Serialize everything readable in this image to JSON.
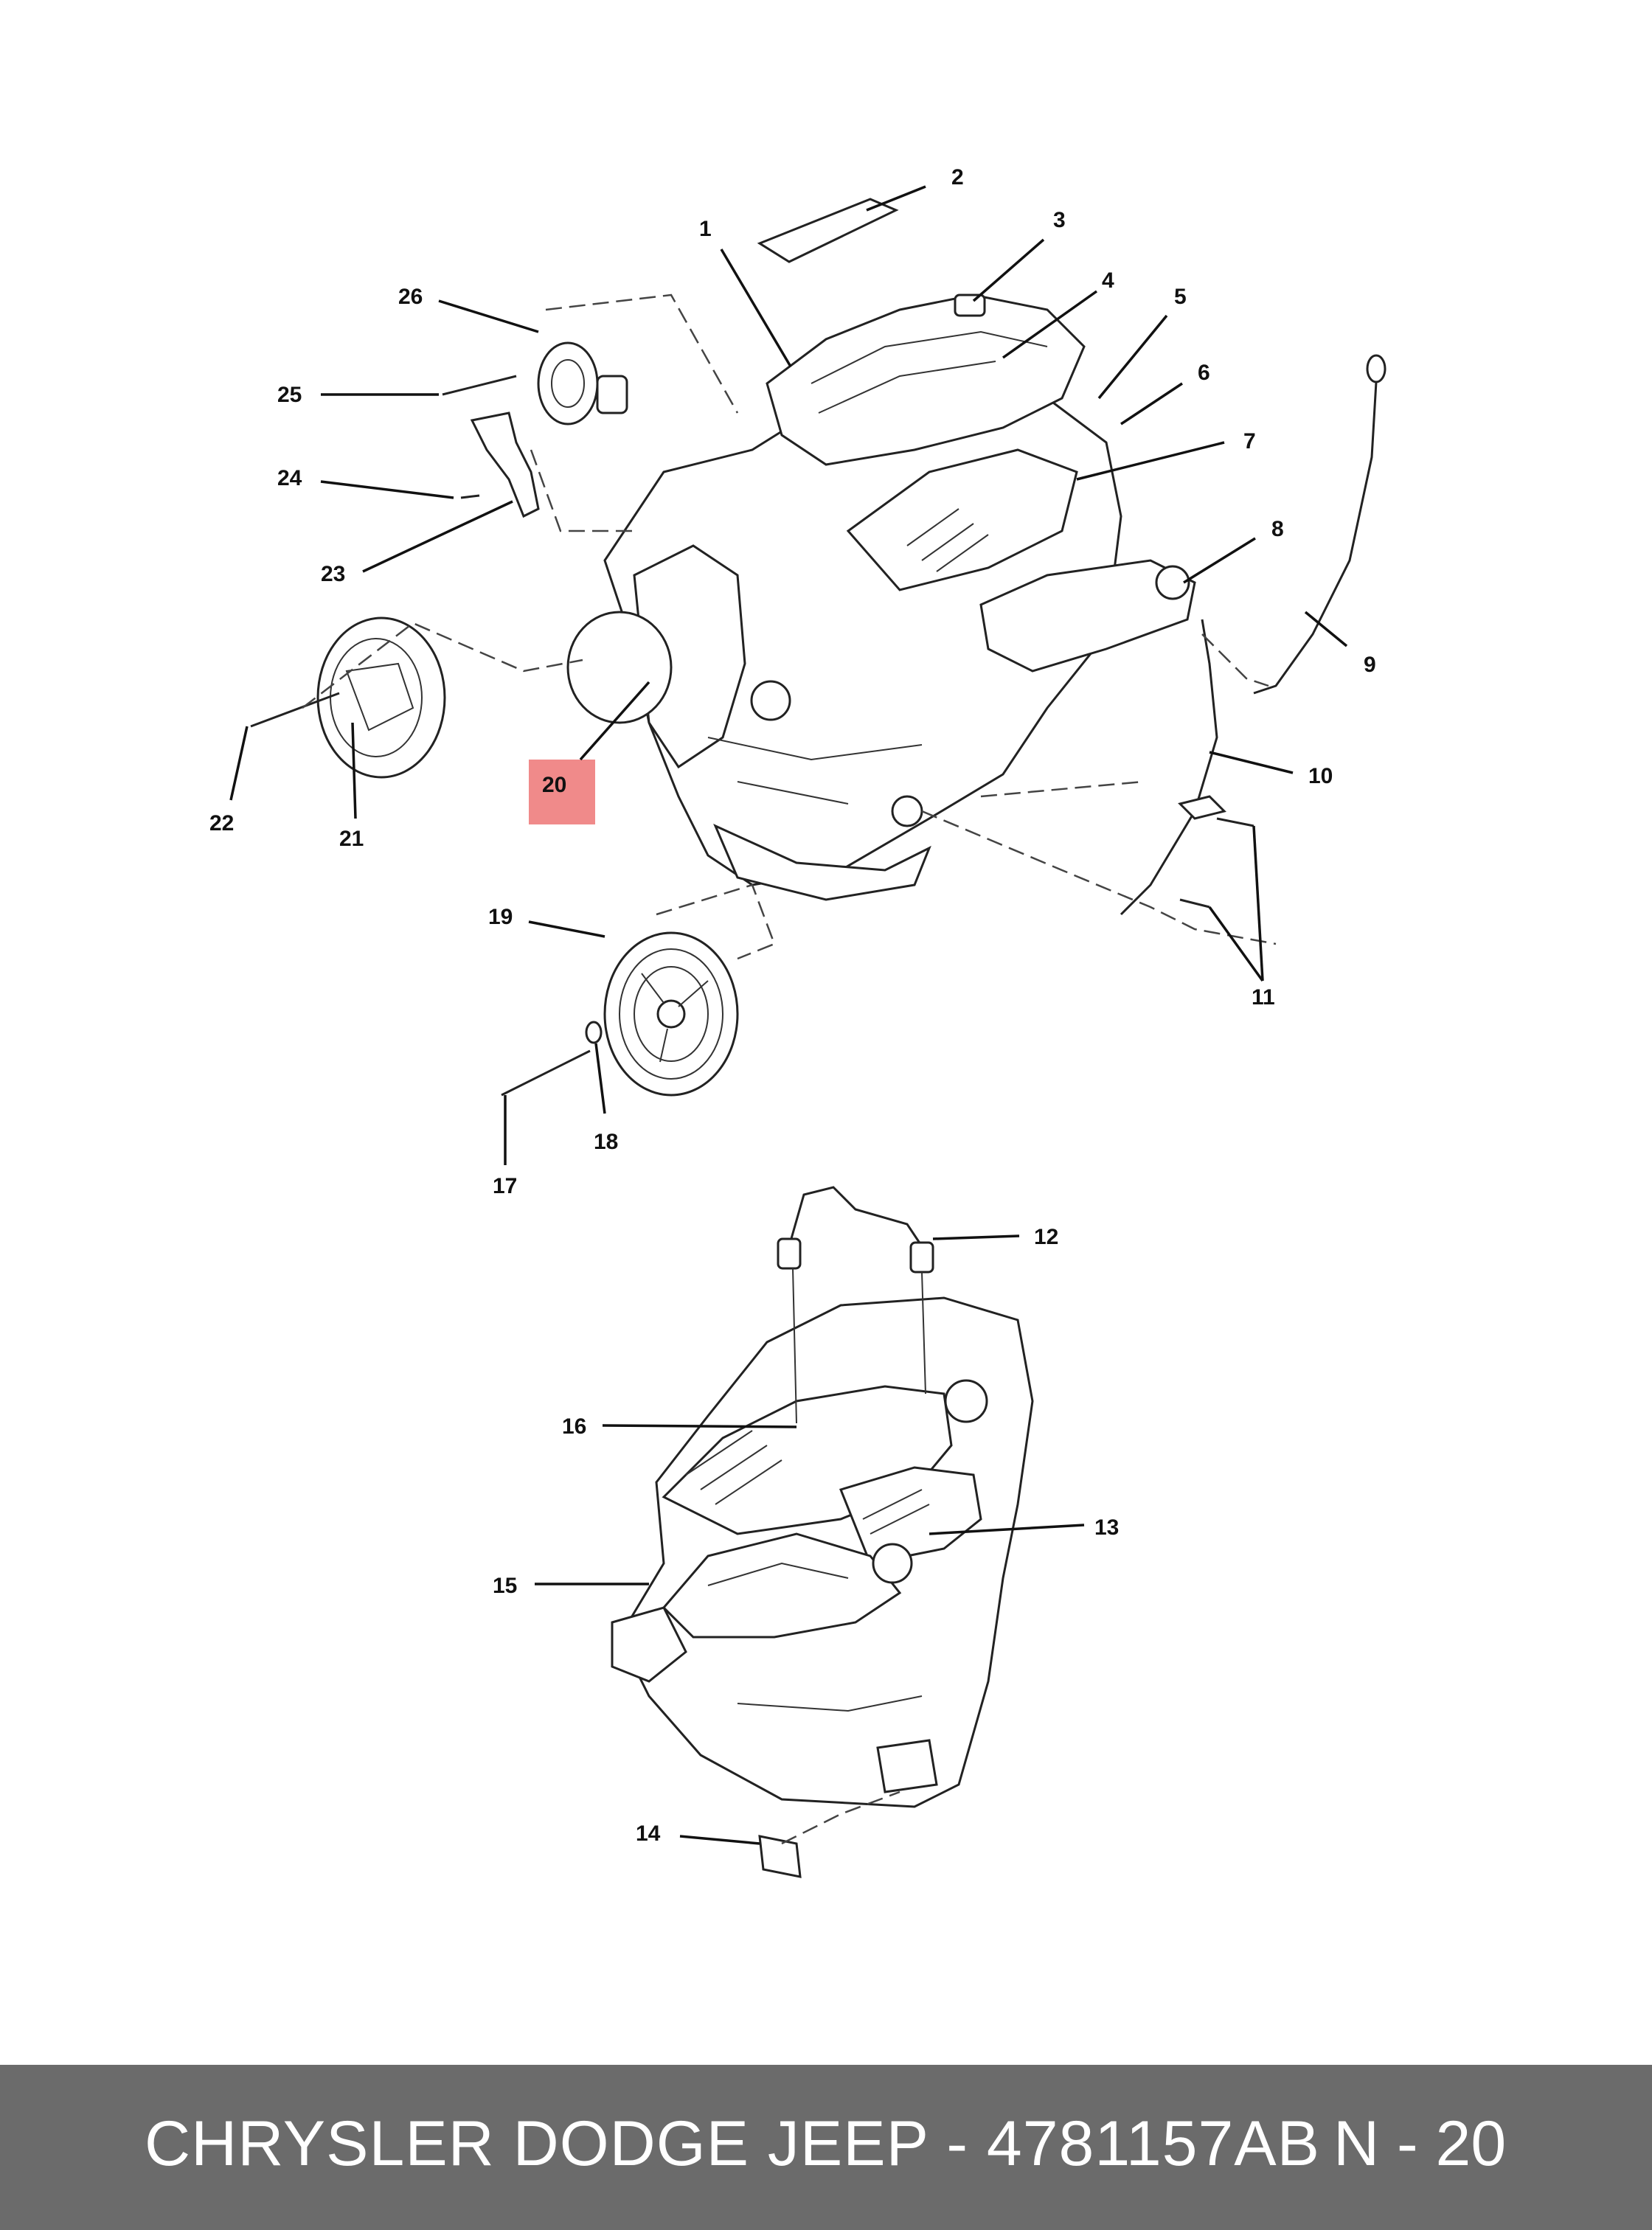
{
  "diagram": {
    "highlighted_callout": "20",
    "highlight_color": "#f08a8a",
    "callouts": [
      "1",
      "2",
      "3",
      "4",
      "5",
      "6",
      "7",
      "8",
      "9",
      "10",
      "11",
      "12",
      "13",
      "14",
      "15",
      "16",
      "17",
      "18",
      "19",
      "20",
      "21",
      "22",
      "23",
      "24",
      "25",
      "26"
    ]
  },
  "footer": {
    "text": "CHRYSLER DODGE JEEP - 4781157AB",
    "code": "N - 20",
    "background": "#6b6b6b"
  }
}
